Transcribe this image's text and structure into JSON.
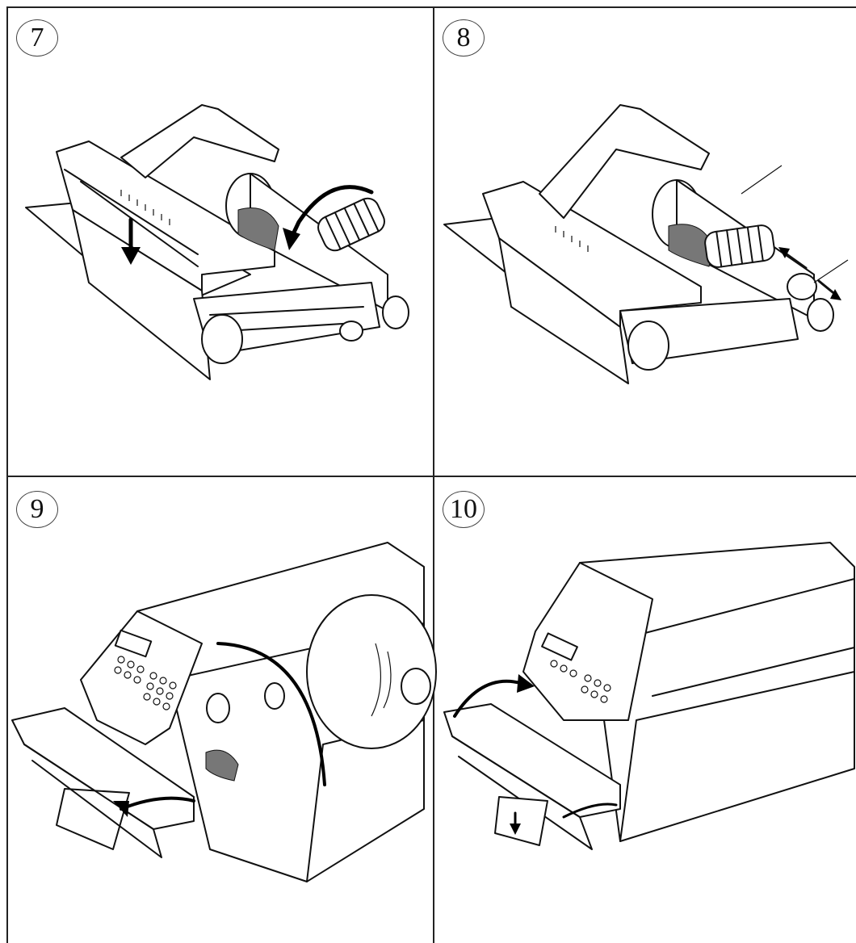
{
  "steps": [
    {
      "number": "7",
      "illustration": "printhead-lower-and-pressure-knob-turn"
    },
    {
      "number": "8",
      "illustration": "media-guide-adjustment"
    },
    {
      "number": "9",
      "illustration": "printer-front-open-with-print-mechanism"
    },
    {
      "number": "10",
      "illustration": "printer-front-closed"
    }
  ],
  "colors": {
    "line": "#111111",
    "background": "#ffffff",
    "shade": "#777777"
  }
}
